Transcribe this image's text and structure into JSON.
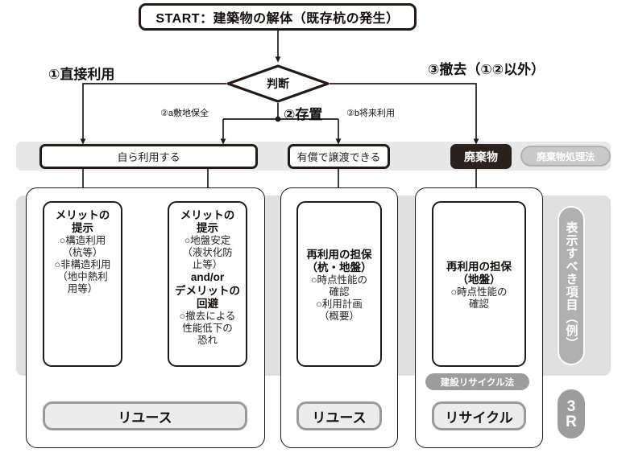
{
  "start": {
    "label": "START：建築物の解体（既存杭の発生）"
  },
  "decision": {
    "label": "判断"
  },
  "branches": {
    "b1": "①直接利用",
    "b2": "②存置",
    "b2a": "②a敷地保全",
    "b2b": "②b将来利用",
    "b3": "③撤去（①②以外）"
  },
  "row1": {
    "self_use": "自ら利用する",
    "paid_transfer": "有償で譲渡できる",
    "waste": "廃棄物",
    "waste_law": "廃棄物処理法"
  },
  "cards": [
    {
      "name": "merit-structural",
      "head": [
        "メリットの",
        "提示"
      ],
      "body": [
        "○構造利用",
        "（杭等）",
        "○非構造利用",
        "（地中熱利",
        "用等）"
      ]
    },
    {
      "name": "merit-ground",
      "head": [
        "メリットの",
        "提示"
      ],
      "body": [
        "○地盤安定",
        "（液状化防",
        "止等）"
      ],
      "mid": "and/or",
      "head2": [
        "デメリットの",
        "回避"
      ],
      "body2": [
        "○撤去による",
        "性能低下の",
        "恐れ"
      ]
    },
    {
      "name": "reuse-guarantee-pile-ground",
      "head": [
        "再利用の担保",
        "（杭・地盤）"
      ],
      "body": [
        "○時点性能の",
        "確認",
        "○利用計画",
        "（概要）"
      ]
    },
    {
      "name": "reuse-guarantee-ground",
      "head": [
        "再利用の担保",
        "（地盤）"
      ],
      "body": [
        "○時点性能の",
        "確認"
      ]
    }
  ],
  "results": {
    "reuse_left": "リユース",
    "reuse_mid": "リユース",
    "recycle": "リサイクル",
    "recycle_law": "建設リサイクル法"
  },
  "sidebar": {
    "vertical_label": "表示すべき項目（例）",
    "three_r_line1": "3",
    "three_r_line2": "R"
  },
  "colors": {
    "ink": "#221a17",
    "panel_gray": "#e0e0e0",
    "band_gray": "#e8e8e8",
    "pill_gray": "#9d9d9d",
    "result_fill": "#ececec",
    "waste_fill": "#2b211d"
  }
}
